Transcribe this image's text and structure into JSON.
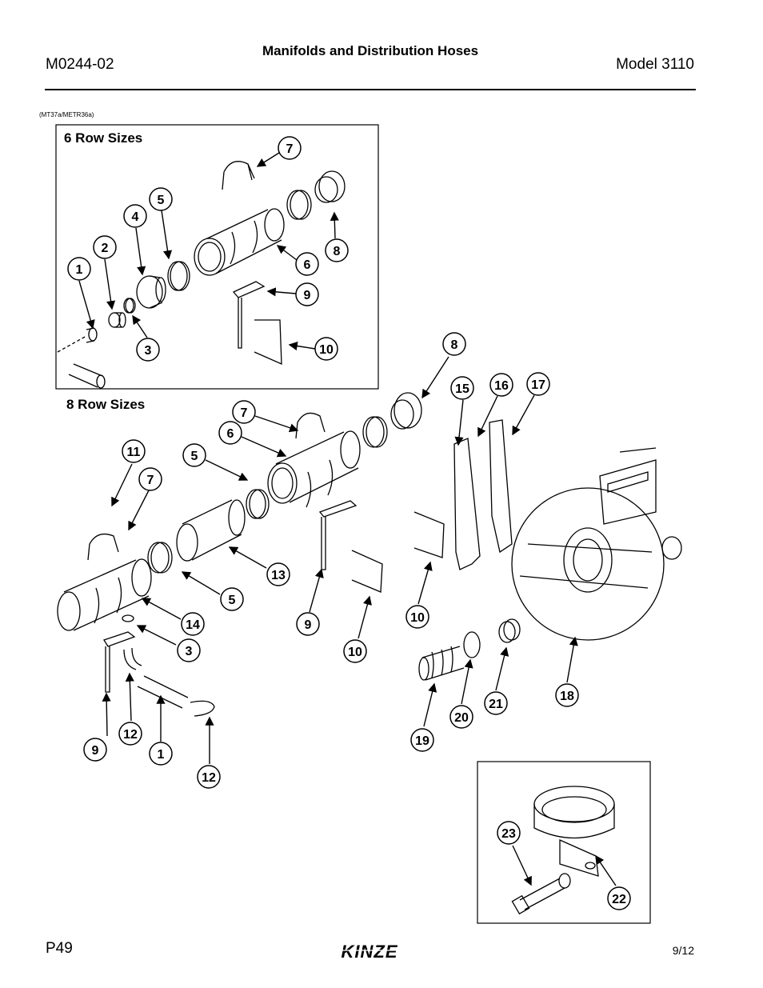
{
  "header": {
    "doc_id": "M0244-02",
    "title": "Manifolds and Distribution Hoses",
    "model": "Model 3110"
  },
  "figure_ref": "(MT37a/METR36a)",
  "sections": {
    "six_row": "6 Row Sizes",
    "eight_row": "8 Row Sizes"
  },
  "callouts_six_row": [
    "1",
    "2",
    "3",
    "4",
    "5",
    "6",
    "7",
    "8",
    "9",
    "10"
  ],
  "callouts_eight_row": [
    "7",
    "6",
    "5",
    "11",
    "7",
    "13",
    "5",
    "14",
    "3",
    "9",
    "12",
    "1",
    "12",
    "9",
    "10",
    "10",
    "8",
    "15",
    "16",
    "17",
    "18",
    "19",
    "20",
    "21"
  ],
  "callouts_detail": [
    "23",
    "22"
  ],
  "footer": {
    "page": "P49",
    "brand": "KINZE",
    "date": "9/12"
  }
}
